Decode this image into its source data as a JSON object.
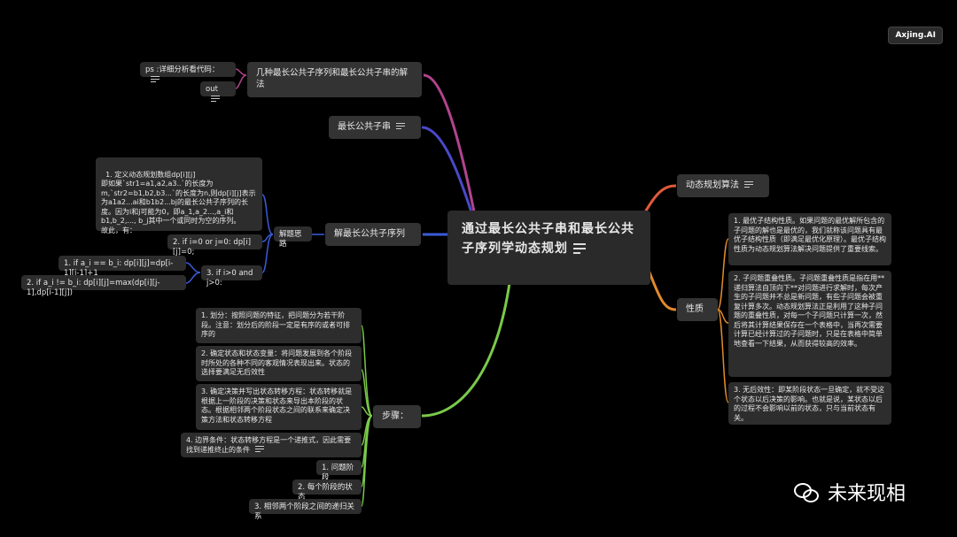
{
  "badge": "Axjing.AI",
  "watermark": "未来现相",
  "root": "通过最长公共子串和最长公共子序列学动态规划",
  "branches": {
    "lcs_ways": "几种最长公共子序列和最长公共子串的解法",
    "ps": "ps :详细分析看代码：",
    "out": "out",
    "substring": "最长公共子串",
    "subsequence": "解最长公共子序列",
    "idea": "解题思路",
    "def": "1. 定义动态规划数组dp[i][j]\n即如果`str1=a1,a2,a3..`的长度为m,`str2=b1,b2,b3...`的长度为n,则dp[i][j]表示为a1a2...ai和b1b2...bj的最长公共子序列的长度。因为i和j可能为0，即a_1,a_2...,a_i和b1,b_2,..., b_j其中一个或同时为空的序列。\n故此，有：",
    "base": "2. if i=0 or j=0: dp[i][j]=0;",
    "rec": "3. if i>0 and j>0:",
    "rec_eq": "1. if a_i == b_i: dp[i][j]=dp[i-1][j-1]+1",
    "rec_ne": "2. if a_i != b_i: dp[i][j]=max(dp[i][j-1],dp[i-1][j])",
    "steps": "步骤：",
    "step1": "1. 划分：按照问题的特征，把问题分为若干阶段。注意：划分后的阶段一定是有序的或者可排序的",
    "step2": "2. 确定状态和状态变量：将问题发展到各个阶段时所处的各种不同的客观情况表现出来。状态的选择要满足无后效性",
    "step3": "3. 确定决策并写出状态转移方程：状态转移就是根据上一阶段的决策和状态来导出本阶段的状态。根据相邻两个阶段状态之间的联系来确定决策方法和状态转移方程",
    "step4": "4. 边界条件：状态转移方程是一个递推式，因此需要找到递推终止的条件",
    "sub1": "1. 问题阶段",
    "sub2": "2. 每个阶段的状态",
    "sub3": "3. 相邻两个阶段之间的递归关系",
    "dp_algo": "动态规划算法",
    "props": "性质",
    "prop1": "1. 最优子结构性质。如果问题的最优解所包含的子问题的解也是最优的，我们就称该问题具有最优子结构性质（即满足最优化原理）。最优子结构性质为动态规划算法解决问题提供了重要线索。",
    "prop2": "2. 子问题重叠性质。子问题重叠性质是指在用**递归算法自顶向下**对问题进行求解时，每次产生的子问题并不总是新问题，有些子问题会被重复计算多次。动态规划算法正是利用了这种子问题的重叠性质，对每一个子问题只计算一次，然后将其计算结果保存在一个表格中，当再次需要计算已经计算过的子问题时，只是在表格中简单地查看一下结果，从而获得较高的效率。",
    "prop3": "3. 无后效性：即某阶段状态一旦确定，就不受这个状态以后决策的影响。也就是说，某状态以后的过程不会影响以前的状态，只与当前状态有关。"
  },
  "colors": {
    "purple": "#b1448f",
    "indigo": "#4b49c9",
    "blue": "#3a5bd8",
    "green": "#7ac94a",
    "orange": "#e08a2a",
    "red": "#e05a3a"
  }
}
